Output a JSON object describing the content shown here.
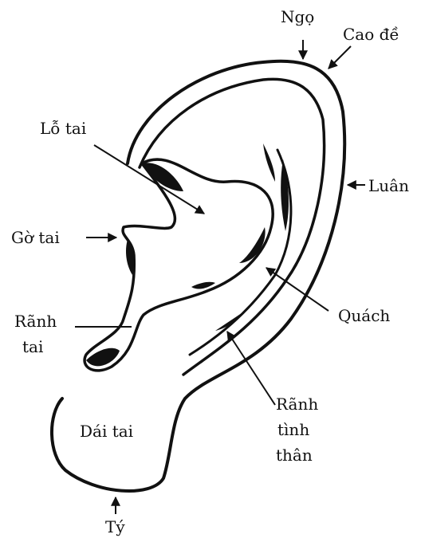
{
  "diagram": {
    "labels": {
      "ngo": "Ngọ",
      "cao_de": "Cao đề",
      "lo_tai": "Lỗ tai",
      "luan": "Luân",
      "go_tai": "Gờ tai",
      "quach": "Quách",
      "ranh_tai_1": "Rãnh",
      "ranh_tai_2": "tai",
      "ranh_tinh_than_1": "Rãnh",
      "ranh_tinh_than_2": "tình",
      "ranh_tinh_than_3": "thân",
      "dai_tai": "Dái tai",
      "ty": "Tý"
    },
    "colors": {
      "ink": "#111111",
      "paper": "#ffffff"
    }
  }
}
